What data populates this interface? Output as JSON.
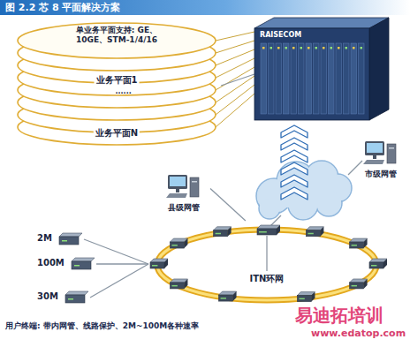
{
  "diagram": {
    "title": "图 2.2 芯 8 平面解决方案",
    "nodes": [
      {
        "text": [
          "单业务平面支持: GE、10GE、STM-1/4/16",
          "业务平面1",
          "......",
          "业务平面N"
        ]
      },
      {
        "text": [
          "RAISECOM"
        ]
      },
      {
        "text": [
          "市级网管"
        ]
      },
      {
        "text": [
          "县级网管"
        ]
      },
      {
        "text": [
          "ITN环网"
        ]
      },
      {
        "text": [
          "2M"
        ]
      },
      {
        "text": [
          "100M"
        ]
      },
      {
        "text": [
          "30M"
        ]
      }
    ],
    "edges": [
      {
        "from": 0,
        "to": 1,
        "arrow": "none"
      },
      {
        "from": 3,
        "to": 4,
        "arrow": "none"
      },
      {
        "from": 5,
        "to": 4,
        "arrow": "none"
      },
      {
        "from": 6,
        "to": 4,
        "arrow": "none"
      },
      {
        "from": 7,
        "to": 4,
        "arrow": "none"
      }
    ],
    "labels": [
      "用户终端: 带内网管、线路保护、2M~100M各种速率",
      "易迪拓培训",
      "www.edatop.com"
    ]
  }
}
